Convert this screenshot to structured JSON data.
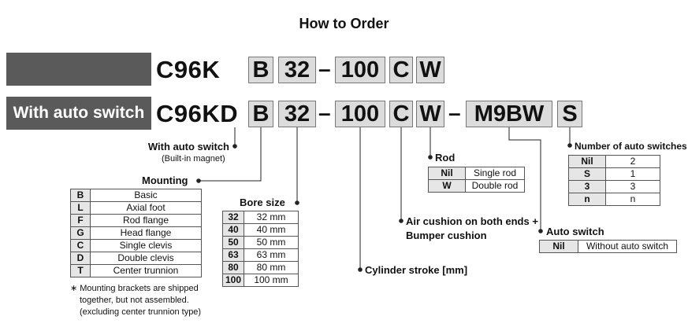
{
  "title": "How to Order",
  "rows": {
    "standard": {
      "prefix": "C96K",
      "mounting": "B",
      "bore": "32",
      "stroke": "100",
      "cushion": "C",
      "rod": "W"
    },
    "auto": {
      "label": "With auto switch",
      "prefix": "C96KD",
      "mounting": "B",
      "bore": "32",
      "stroke": "100",
      "cushion": "C",
      "rod": "W",
      "switch": "M9BW",
      "count": "S"
    },
    "dash": "–"
  },
  "with_auto_switch": {
    "label": "With auto switch",
    "sub": "(Built-in magnet)"
  },
  "mounting": {
    "label": "Mounting",
    "rows": [
      {
        "k": "B",
        "v": "Basic"
      },
      {
        "k": "L",
        "v": "Axial foot"
      },
      {
        "k": "F",
        "v": "Rod flange"
      },
      {
        "k": "G",
        "v": "Head flange"
      },
      {
        "k": "C",
        "v": "Single clevis"
      },
      {
        "k": "D",
        "v": "Double clevis"
      },
      {
        "k": "T",
        "v": "Center trunnion"
      }
    ],
    "note": [
      "∗  Mounting brackets are shipped",
      "together, but not assembled.",
      "(excluding center trunnion type)"
    ]
  },
  "bore": {
    "label": "Bore size",
    "rows": [
      {
        "k": "32",
        "v": "32 mm"
      },
      {
        "k": "40",
        "v": "40 mm"
      },
      {
        "k": "50",
        "v": "50 mm"
      },
      {
        "k": "63",
        "v": "63 mm"
      },
      {
        "k": "80",
        "v": "80 mm"
      },
      {
        "k": "100",
        "v": "100 mm"
      }
    ]
  },
  "stroke": {
    "label": "Cylinder stroke [mm]"
  },
  "cushion": {
    "label1": "Air cushion on both ends +",
    "label2": "Bumper cushion"
  },
  "rod": {
    "label": "Rod",
    "rows": [
      {
        "k": "Nil",
        "v": "Single rod"
      },
      {
        "k": "W",
        "v": "Double rod"
      }
    ]
  },
  "auto_switch": {
    "label": "Auto switch",
    "rows": [
      {
        "k": "Nil",
        "v": "Without auto switch"
      }
    ]
  },
  "count": {
    "label": "Number of auto switches",
    "rows": [
      {
        "k": "Nil",
        "v": "2"
      },
      {
        "k": "S",
        "v": "1"
      },
      {
        "k": "3",
        "v": "3"
      },
      {
        "k": "n",
        "v": "n"
      }
    ]
  },
  "colors": {
    "bar": "#5a5a5a",
    "box": "#dcdcdc",
    "key_cell": "#e6e6e6"
  }
}
